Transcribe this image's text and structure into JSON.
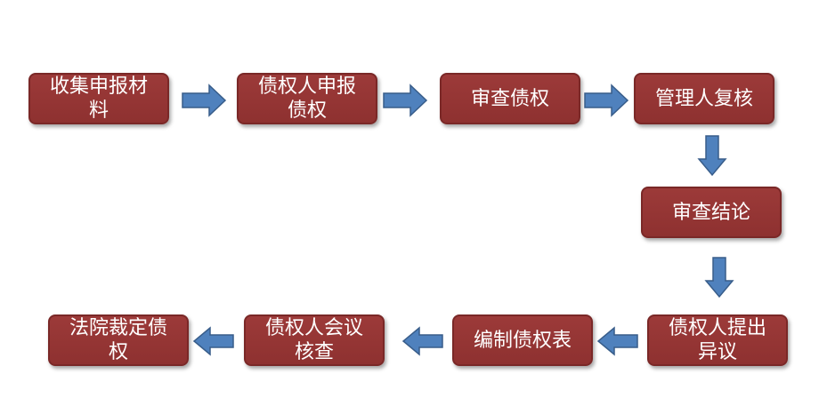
{
  "diagram": {
    "steps": [
      {
        "id": "s1",
        "label": "收集申报材\n料"
      },
      {
        "id": "s2",
        "label": "债权人申报\n债权"
      },
      {
        "id": "s3",
        "label": "审查债权"
      },
      {
        "id": "s4",
        "label": "管理人复核"
      },
      {
        "id": "s5",
        "label": "审查结论"
      },
      {
        "id": "s6",
        "label": "债权人提出\n异议"
      },
      {
        "id": "s7",
        "label": "编制债权表"
      },
      {
        "id": "s8",
        "label": "债权人会议\n核查"
      },
      {
        "id": "s9",
        "label": "法院裁定债\n权"
      }
    ]
  },
  "colors": {
    "box_fill": "#952f2e",
    "arrow_fill": "#4f81bd",
    "arrow_stroke": "#385d8a"
  }
}
